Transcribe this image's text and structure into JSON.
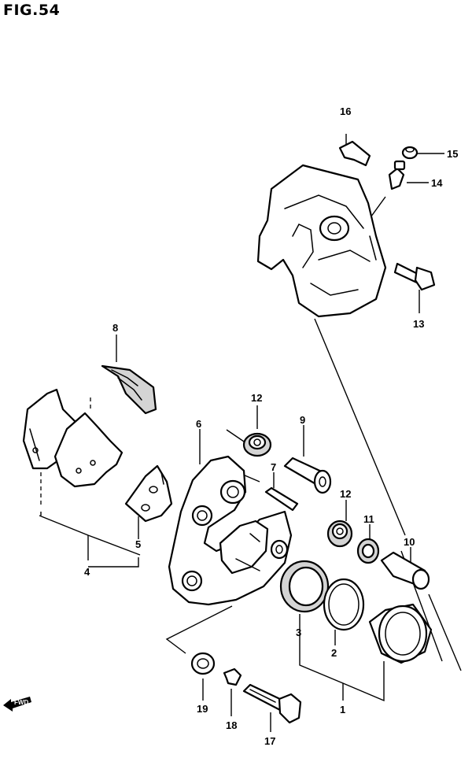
{
  "figure": {
    "title": "FIG.54",
    "direction_marker": "FWD"
  },
  "callouts": {
    "c1": "1",
    "c2": "2",
    "c3": "3",
    "c4": "4",
    "c5": "5",
    "c6": "6",
    "c7": "7",
    "c8": "8",
    "c9": "9",
    "c10": "10",
    "c11": "11",
    "c12a": "12",
    "c12b": "12",
    "c13": "13",
    "c14": "14",
    "c15": "15",
    "c16": "16",
    "c17": "17",
    "c18": "18",
    "c19": "19"
  },
  "colors": {
    "line": "#000000",
    "background": "#ffffff",
    "shade": "#d4d4d4"
  }
}
